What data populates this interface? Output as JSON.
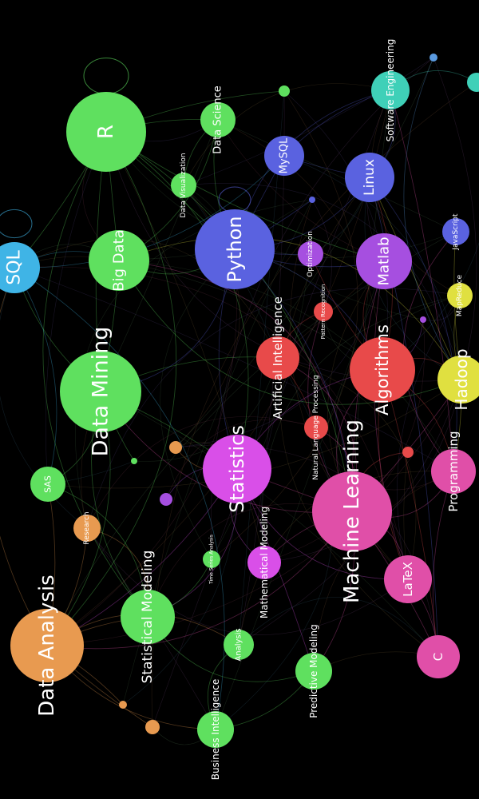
{
  "diagram": {
    "type": "network-graph",
    "background": "#000000",
    "nodes": [
      {
        "id": "sql",
        "label": "SQL",
        "color": "#3fb4e6",
        "labelColor": "#ffffff",
        "size": "large"
      },
      {
        "id": "r",
        "label": "R",
        "color": "#5fe05f",
        "labelColor": "#ffffff",
        "size": "large"
      },
      {
        "id": "data-science",
        "label": "Data Science",
        "color": "#5fe05f",
        "labelColor": "#ffffff",
        "size": "medium"
      },
      {
        "id": "data-visualization",
        "label": "Data Visualization",
        "color": "#5fe05f",
        "labelColor": "#ffffff",
        "size": "small"
      },
      {
        "id": "mysql",
        "label": "MySQL",
        "color": "#5a62e0",
        "labelColor": "#ffffff",
        "size": "medium"
      },
      {
        "id": "linux",
        "label": "Linux",
        "color": "#5a62e0",
        "labelColor": "#ffffff",
        "size": "medium"
      },
      {
        "id": "software-engineering",
        "label": "Software Engineering",
        "color": "#3fd0b8",
        "labelColor": "#ffffff",
        "size": "medium"
      },
      {
        "id": "big-data",
        "label": "Big Data",
        "color": "#5fe05f",
        "labelColor": "#ffffff",
        "size": "large"
      },
      {
        "id": "python",
        "label": "Python",
        "color": "#5a62e0",
        "labelColor": "#ffffff",
        "size": "large"
      },
      {
        "id": "optimization",
        "label": "Optimization",
        "color": "#a64fe0",
        "labelColor": "#ffffff",
        "size": "small"
      },
      {
        "id": "matlab",
        "label": "Matlab",
        "color": "#a64fe0",
        "labelColor": "#ffffff",
        "size": "medium"
      },
      {
        "id": "javascript",
        "label": "JavaScript",
        "color": "#5a62e0",
        "labelColor": "#ffffff",
        "size": "small"
      },
      {
        "id": "data-mining",
        "label": "Data Mining",
        "color": "#5fe05f",
        "labelColor": "#ffffff",
        "size": "large"
      },
      {
        "id": "artificial-intelligence",
        "label": "Artificial Intelligence",
        "color": "#e84a4a",
        "labelColor": "#ffffff",
        "size": "medium"
      },
      {
        "id": "pattern-recognition",
        "label": "Pattern Recognition",
        "color": "#e84a4a",
        "labelColor": "#ffffff",
        "size": "small"
      },
      {
        "id": "algorithms",
        "label": "Algorithms",
        "color": "#e84a4a",
        "labelColor": "#ffffff",
        "size": "large"
      },
      {
        "id": "mapreduce",
        "label": "MapReduce",
        "color": "#e0e040",
        "labelColor": "#ffffff",
        "size": "small"
      },
      {
        "id": "hadoop",
        "label": "Hadoop",
        "color": "#e0e040",
        "labelColor": "#ffffff",
        "size": "large"
      },
      {
        "id": "nlp",
        "label": "Natural Language Processing",
        "color": "#e84a4a",
        "labelColor": "#ffffff",
        "size": "small"
      },
      {
        "id": "statistics",
        "label": "Statistics",
        "color": "#d94fe8",
        "labelColor": "#ffffff",
        "size": "large"
      },
      {
        "id": "machine-learning",
        "label": "Machine Learning",
        "color": "#e04fa8",
        "labelColor": "#ffffff",
        "size": "large"
      },
      {
        "id": "programming",
        "label": "Programming",
        "color": "#e04fa8",
        "labelColor": "#ffffff",
        "size": "medium"
      },
      {
        "id": "sas",
        "label": "SAS",
        "color": "#5fe05f",
        "labelColor": "#ffffff",
        "size": "medium"
      },
      {
        "id": "research",
        "label": "Research",
        "color": "#e89a50",
        "labelColor": "#ffffff",
        "size": "small"
      },
      {
        "id": "statistical-modeling",
        "label": "Statistical Modeling",
        "color": "#5fe05f",
        "labelColor": "#ffffff",
        "size": "large"
      },
      {
        "id": "time-series",
        "label": "Time Series Analysis",
        "color": "#5fe05f",
        "labelColor": "#ffffff",
        "size": "small"
      },
      {
        "id": "mathematical-modeling",
        "label": "Mathematical Modeling",
        "color": "#d94fe8",
        "labelColor": "#ffffff",
        "size": "medium"
      },
      {
        "id": "latex",
        "label": "LaTeX",
        "color": "#e04fa8",
        "labelColor": "#ffffff",
        "size": "medium"
      },
      {
        "id": "data-analysis",
        "label": "Data Analysis",
        "color": "#e89a50",
        "labelColor": "#ffffff",
        "size": "large"
      },
      {
        "id": "analysis",
        "label": "Analysis",
        "color": "#5fe05f",
        "labelColor": "#ffffff",
        "size": "small"
      },
      {
        "id": "predictive-modeling",
        "label": "Predictive Modeling",
        "color": "#5fe05f",
        "labelColor": "#ffffff",
        "size": "medium"
      },
      {
        "id": "c",
        "label": "C",
        "color": "#e04fa8",
        "labelColor": "#ffffff",
        "size": "medium"
      },
      {
        "id": "business-intelligence",
        "label": "Business Intelligence",
        "color": "#5fe05f",
        "labelColor": "#ffffff",
        "size": "medium"
      },
      {
        "id": "n1",
        "label": "",
        "color": "#e89a50",
        "size": "tiny"
      },
      {
        "id": "n2",
        "label": "",
        "color": "#5fe05f",
        "size": "tiny"
      },
      {
        "id": "n3",
        "label": "",
        "color": "#a64fe0",
        "size": "tiny"
      },
      {
        "id": "n4",
        "label": "",
        "color": "#e84a4a",
        "size": "tiny"
      },
      {
        "id": "n5",
        "label": "",
        "color": "#e89a50",
        "size": "tiny"
      },
      {
        "id": "n6",
        "label": "",
        "color": "#e89a50",
        "size": "tiny"
      },
      {
        "id": "n7",
        "label": "",
        "color": "#5fe05f",
        "size": "tiny"
      },
      {
        "id": "n8",
        "label": "",
        "color": "#5a62e0",
        "size": "tiny"
      },
      {
        "id": "n9",
        "label": "",
        "color": "#a64fe0",
        "size": "tiny"
      },
      {
        "id": "n10",
        "label": "",
        "color": "#5a9ae0",
        "size": "tiny"
      },
      {
        "id": "n11",
        "label": "",
        "color": "#3fd0b8",
        "size": "tiny"
      }
    ],
    "edges": [
      [
        "r",
        "python"
      ],
      [
        "r",
        "data-mining"
      ],
      [
        "r",
        "statistics"
      ],
      [
        "r",
        "machine-learning"
      ],
      [
        "r",
        "sql"
      ],
      [
        "r",
        "big-data"
      ],
      [
        "r",
        "data-analysis"
      ],
      [
        "r",
        "statistical-modeling"
      ],
      [
        "r",
        "matlab"
      ],
      [
        "r",
        "data-science"
      ],
      [
        "python",
        "machine-learning"
      ],
      [
        "python",
        "linux"
      ],
      [
        "python",
        "matlab"
      ],
      [
        "python",
        "data-mining"
      ],
      [
        "python",
        "mysql"
      ],
      [
        "python",
        "algorithms"
      ],
      [
        "python",
        "statistics"
      ],
      [
        "python",
        "software-engineering"
      ],
      [
        "python",
        "optimization"
      ],
      [
        "machine-learning",
        "statistics"
      ],
      [
        "machine-learning",
        "data-mining"
      ],
      [
        "machine-learning",
        "algorithms"
      ],
      [
        "machine-learning",
        "artificial-intelligence"
      ],
      [
        "machine-learning",
        "programming"
      ],
      [
        "machine-learning",
        "latex"
      ],
      [
        "machine-learning",
        "c"
      ],
      [
        "machine-learning",
        "nlp"
      ],
      [
        "machine-learning",
        "pattern-recognition"
      ],
      [
        "machine-learning",
        "matlab"
      ],
      [
        "machine-learning",
        "hadoop"
      ],
      [
        "machine-learning",
        "mathematical-modeling"
      ],
      [
        "machine-learning",
        "predictive-modeling"
      ],
      [
        "machine-learning",
        "data-analysis"
      ],
      [
        "machine-learning",
        "big-data"
      ],
      [
        "data-mining",
        "statistics"
      ],
      [
        "data-mining",
        "data-analysis"
      ],
      [
        "data-mining",
        "big-data"
      ],
      [
        "data-mining",
        "sql"
      ],
      [
        "data-mining",
        "sas"
      ],
      [
        "data-mining",
        "statistical-modeling"
      ],
      [
        "data-mining",
        "artificial-intelligence"
      ],
      [
        "statistics",
        "data-analysis"
      ],
      [
        "statistics",
        "statistical-modeling"
      ],
      [
        "statistics",
        "mathematical-modeling"
      ],
      [
        "statistics",
        "algorithms"
      ],
      [
        "statistics",
        "latex"
      ],
      [
        "statistics",
        "predictive-modeling"
      ],
      [
        "data-analysis",
        "sql"
      ],
      [
        "data-analysis",
        "sas"
      ],
      [
        "data-analysis",
        "statistical-modeling"
      ],
      [
        "data-analysis",
        "business-intelligence"
      ],
      [
        "data-analysis",
        "research"
      ],
      [
        "data-analysis",
        "analysis"
      ],
      [
        "algorithms",
        "programming"
      ],
      [
        "algorithms",
        "c"
      ],
      [
        "algorithms",
        "matlab"
      ],
      [
        "algorithms",
        "hadoop"
      ],
      [
        "algorithms",
        "optimization"
      ],
      [
        "algorithms",
        "linux"
      ],
      [
        "algorithms",
        "latex"
      ],
      [
        "hadoop",
        "big-data"
      ],
      [
        "hadoop",
        "mapreduce"
      ],
      [
        "hadoop",
        "programming"
      ],
      [
        "hadoop",
        "linux"
      ],
      [
        "hadoop",
        "javascript"
      ],
      [
        "linux",
        "software-engineering"
      ],
      [
        "linux",
        "mysql"
      ],
      [
        "linux",
        "c"
      ],
      [
        "linux",
        "programming"
      ],
      [
        "sql",
        "big-data"
      ],
      [
        "sql",
        "mysql"
      ],
      [
        "sql",
        "business-intelligence"
      ],
      [
        "sql",
        "sas"
      ],
      [
        "big-data",
        "data-science"
      ],
      [
        "big-data",
        "python"
      ],
      [
        "big-data",
        "hadoop"
      ],
      [
        "statistical-modeling",
        "predictive-modeling"
      ],
      [
        "statistical-modeling",
        "sas"
      ],
      [
        "statistical-modeling",
        "time-series"
      ],
      [
        "programming",
        "c"
      ],
      [
        "programming",
        "software-engineering"
      ],
      [
        "programming",
        "javascript"
      ],
      [
        "latex",
        "c"
      ],
      [
        "latex",
        "matlab"
      ],
      [
        "artificial-intelligence",
        "pattern-recognition"
      ],
      [
        "artificial-intelligence",
        "nlp"
      ],
      [
        "data-science",
        "python"
      ],
      [
        "data-science",
        "data-visualization"
      ],
      [
        "predictive-modeling",
        "business-intelligence"
      ],
      [
        "analysis",
        "business-intelligence"
      ],
      [
        "research",
        "statistical-modeling"
      ],
      [
        "mysql",
        "software-engineering"
      ],
      [
        "n1",
        "data-analysis"
      ],
      [
        "n2",
        "data-mining"
      ],
      [
        "n3",
        "statistics"
      ],
      [
        "n4",
        "machine-learning"
      ],
      [
        "n5",
        "data-analysis"
      ],
      [
        "n6",
        "statistics"
      ],
      [
        "n7",
        "r"
      ],
      [
        "n8",
        "python"
      ],
      [
        "n9",
        "algorithms"
      ],
      [
        "n10",
        "hadoop"
      ],
      [
        "n11",
        "software-engineering"
      ]
    ]
  }
}
